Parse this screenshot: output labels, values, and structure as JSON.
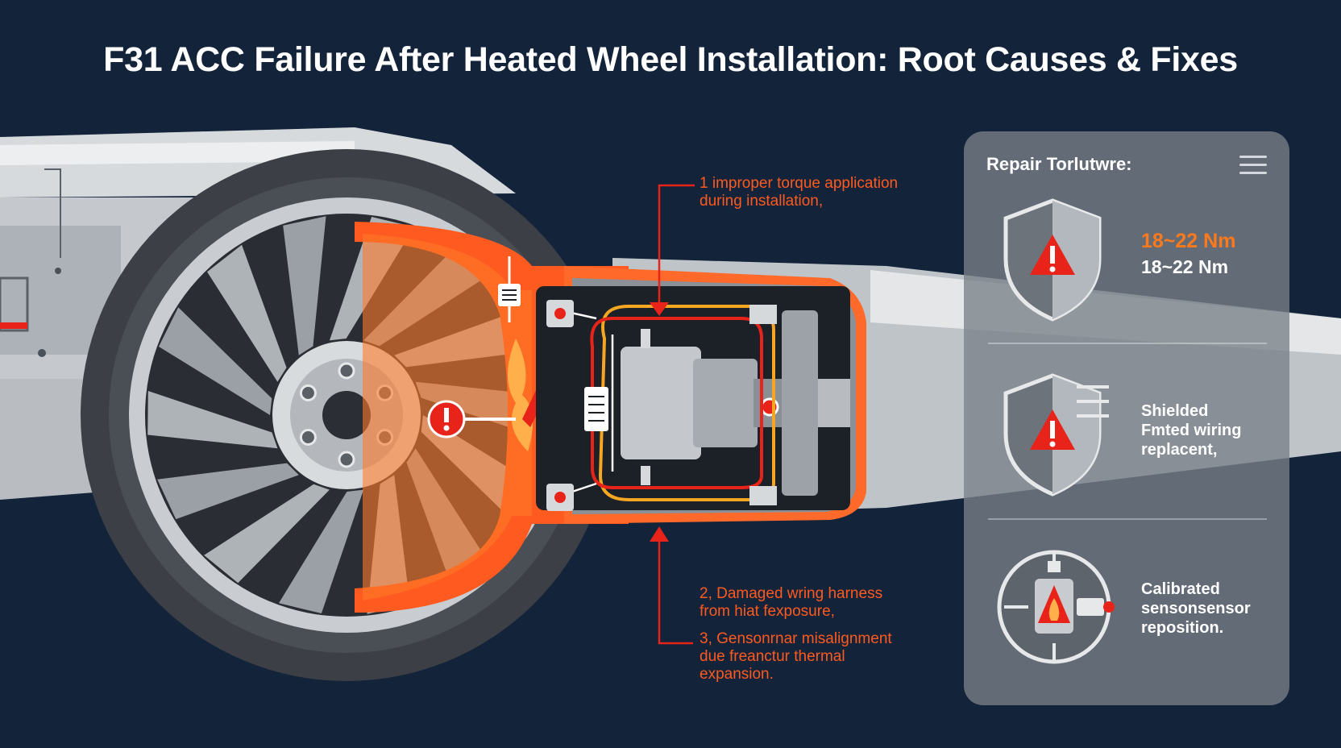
{
  "title": "F31 ACC Failure After Heated Wheel Installation: Root Causes & Fixes",
  "callouts": {
    "c1": {
      "line1": "1 improper torque application",
      "line2": "during installation,"
    },
    "c2": {
      "line1": "2, Damaged wring harness",
      "line2": "from hiat fexposure,"
    },
    "c3": {
      "line1": "3, Gensonrnar misalignment",
      "line2": "due freanctur thermal",
      "line3": "expansion."
    }
  },
  "panel": {
    "title": "Repair Torlutwre:",
    "rows": [
      {
        "icon": "warning-shield-icon",
        "accent": "18~22 Nm",
        "value": "18~22 Nm"
      },
      {
        "icon": "shielded-wiring-icon",
        "line1": "Shielded",
        "line2": "Fmted wiring",
        "line3": "replacent,"
      },
      {
        "icon": "sensor-fire-icon",
        "line1": "Calibrated",
        "line2": "sensonsensor",
        "line3": "reposition."
      }
    ]
  },
  "colors": {
    "background": "#13233a",
    "accent_orange": "#ff5a1f",
    "warning_red": "#e8231a",
    "panel": "#7a8088"
  }
}
